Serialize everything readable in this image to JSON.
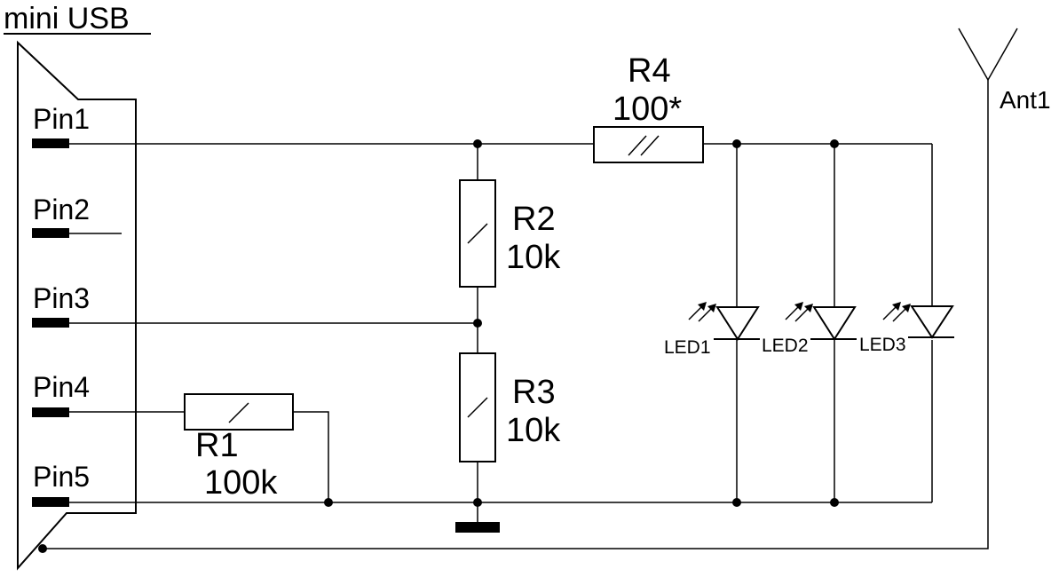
{
  "connector": {
    "title": "mini USB",
    "pins": [
      "Pin1",
      "Pin2",
      "Pin3",
      "Pin4",
      "Pin5"
    ]
  },
  "resistors": {
    "r1": {
      "ref": "R1",
      "value": "100k"
    },
    "r2": {
      "ref": "R2",
      "value": "10k"
    },
    "r3": {
      "ref": "R3",
      "value": "10k"
    },
    "r4": {
      "ref": "R4",
      "value": "100*"
    }
  },
  "leds": [
    "LED1",
    "LED2",
    "LED3"
  ],
  "antenna": {
    "ref": "Ant1"
  }
}
